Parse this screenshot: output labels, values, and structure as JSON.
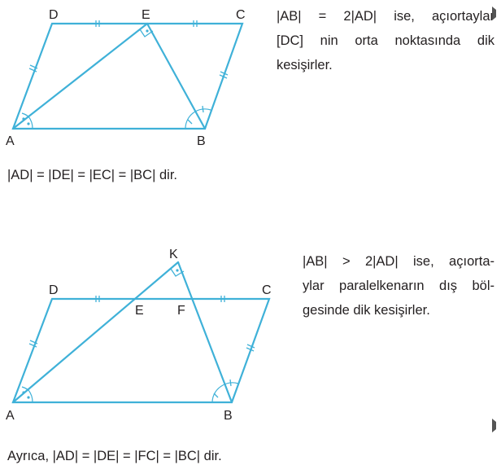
{
  "figure1": {
    "vertices": {
      "A": "A",
      "B": "B",
      "C": "C",
      "D": "D",
      "E": "E"
    }
  },
  "text1": {
    "line1": "|AB| = 2|AD| ise, açıortaylar",
    "line2": "[DC] nin orta noktasında dik",
    "line3": "kesişirler."
  },
  "caption1": "|AD| = |DE| = |EC| = |BC| dir.",
  "figure2": {
    "vertices": {
      "A": "A",
      "B": "B",
      "C": "C",
      "D": "D",
      "E": "E",
      "F": "F",
      "K": "K"
    }
  },
  "text2": {
    "line1": "|AB| > 2|AD| ise, açıorta-",
    "line2": "ylar paralelkenarın dış böl-",
    "line3": "gesinde dik kesişirler."
  },
  "caption2": "Ayrıca, |AD| = |DE| = |FC| = |BC| dir.",
  "colors": {
    "figure_lines": "#3fb1d8",
    "text": "#231f20"
  }
}
